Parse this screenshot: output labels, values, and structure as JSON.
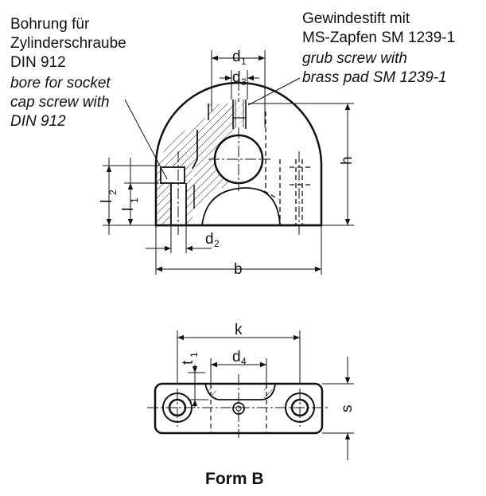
{
  "left_callout": {
    "de_line1": "Bohrung für",
    "de_line2": "Zylinderschraube",
    "de_line3": "DIN 912",
    "en_line1": "bore for socket",
    "en_line2": "cap screw with",
    "en_line3": "DIN 912"
  },
  "right_callout": {
    "de_line1": "Gewindestift mit",
    "de_line2": "MS-Zapfen SM 1239-1",
    "en_line1": "grub screw with",
    "en_line2": "brass pad SM 1239-1"
  },
  "dims": {
    "d1": "d",
    "d1_sub": "1",
    "d3": "d",
    "d3_sub": "3",
    "d2": "d",
    "d2_sub": "2",
    "d4": "d",
    "d4_sub": "4",
    "l1": "l",
    "l1_sub": "1",
    "l2": "l",
    "l2_sub": "2",
    "t1": "t",
    "t1_sub": "1",
    "h": "h",
    "b": "b",
    "k": "k",
    "s": "s"
  },
  "caption": "Form B"
}
